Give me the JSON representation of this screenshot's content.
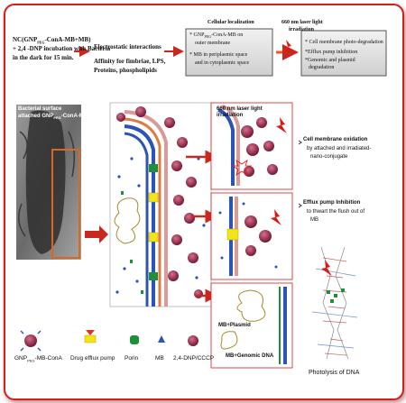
{
  "step1": {
    "line1": "NC(GNP",
    "line1_sub": "PEG",
    "line1_tail": "-ConA-MB+MB)",
    "line2": "+ 2,4 -DNP incubation with Bacteria",
    "line3": "in the dark  for  15 min."
  },
  "step2": {
    "title": "Electrostatic interactions",
    "line2": "Affinity  for fimbriae, LPS,",
    "line3": "Proteins, phospholipids"
  },
  "step3": {
    "heading": "Cellular localization",
    "line1a": "* GNP",
    "line1_sub": "PEG",
    "line1b": "-ConA-MB on",
    "line2": "outer membrane",
    "line3": "* MB in periplasmic space",
    "line4": "and in cytoplasmic space"
  },
  "laser_top": {
    "line1": "660 nm laser light",
    "line2": "irradiation"
  },
  "step4": {
    "line1": "* Cell membrane photo-degradation",
    "line2": "*Efflux pump inhibition",
    "line3": "*Genomic  and plasmid",
    "line4": "degradation"
  },
  "tem": {
    "line1": "Bacterial surface",
    "line2": "attached GNP",
    "sub": "PEG",
    "line2_tail": "-ConA-MB"
  },
  "laser_panel": {
    "line1": "660 nm laser light",
    "line2": "irradiation"
  },
  "outcome1": {
    "line1": "Cell membrane oxidation",
    "line2": "by attached and irradiated-",
    "line3": "nano-conjugate"
  },
  "outcome2": {
    "line1": "Efflux pump Inhibition",
    "line2": "to thwart the flush out of",
    "line3": "MB"
  },
  "panel3": {
    "plasmid": "MB+Plasmid",
    "genomic": "MB+Genomic DNA"
  },
  "photolysis": "Photolysis of DNA",
  "legend": {
    "conjugate_a": "GNP",
    "conjugate_sub": "PEG",
    "conjugate_b": "-MB-ConA",
    "pump": "Drug efflux pump",
    "porin": "Porin",
    "mb": "MB",
    "dnp": "2,4-DNP/CCCP"
  },
  "colors": {
    "frame": "#d61c1c",
    "arrow": "#c8281e",
    "membrane_blue": "#2c54b8",
    "membrane_pink": "#d99a9a",
    "membrane_orange": "#e07a45",
    "mb_green": "#1f8f3a",
    "conjugate": "#8e1a3e",
    "pump_yellow": "#f2e419",
    "lightning": "#e01616"
  }
}
